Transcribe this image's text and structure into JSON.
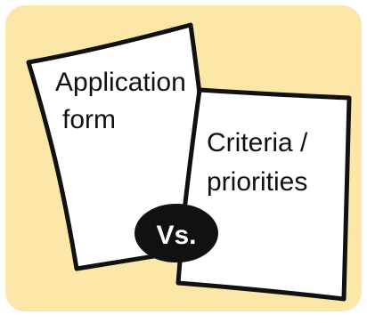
{
  "left_sheet": {
    "line1": "Application",
    "line2": "form"
  },
  "right_sheet": {
    "line1": "Criteria /",
    "line2": "priorities"
  },
  "versus_badge": {
    "label": "Vs."
  },
  "colors": {
    "background": "#fbe8a8",
    "paper": "#ffffff",
    "outline": "#111111",
    "badge_fill": "#111111",
    "badge_text": "#ffffff"
  }
}
